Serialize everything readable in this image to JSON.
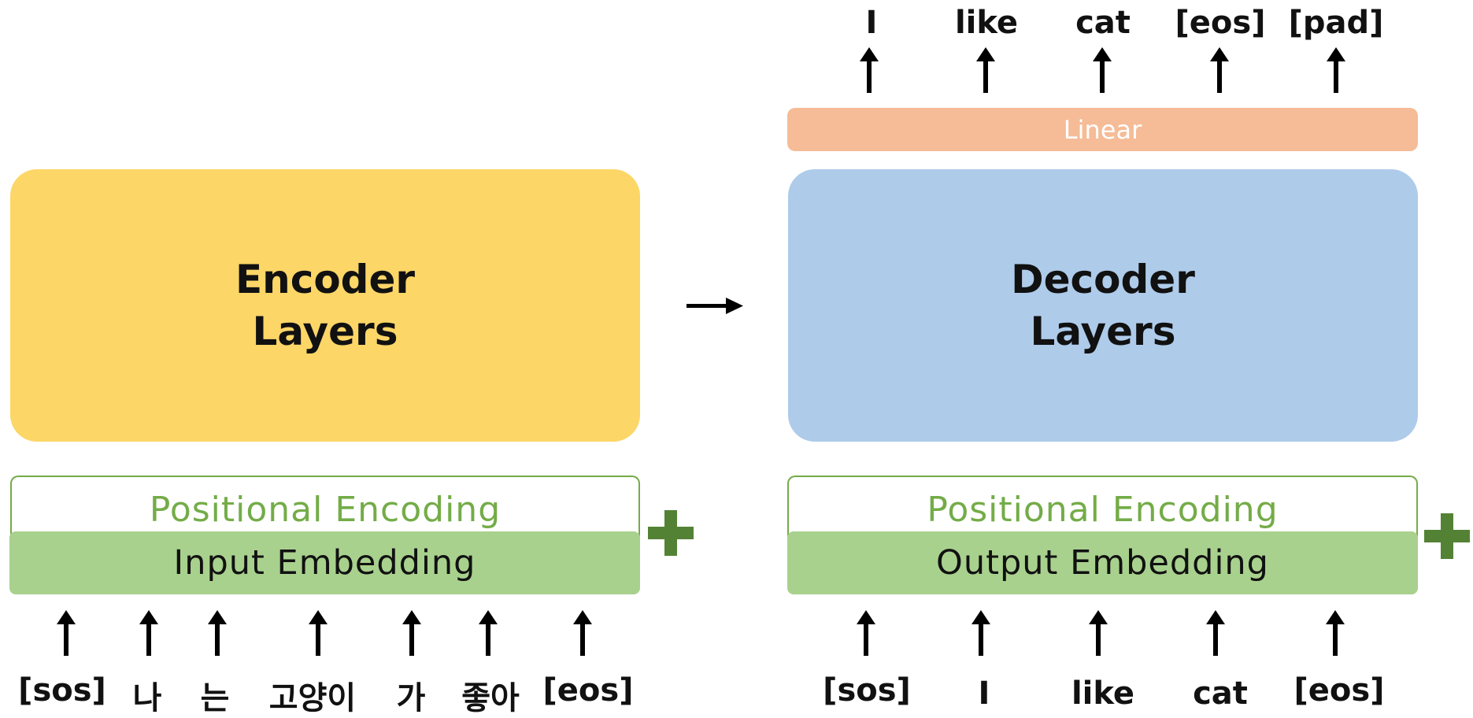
{
  "encoder": {
    "title_line1": "Encoder",
    "title_line2": "Layers",
    "positional_encoding": "Positional Encoding",
    "embedding": "Input Embedding",
    "input_tokens": [
      "[sos]",
      "나",
      "는",
      "고양이",
      "가",
      "좋아",
      "[eos]"
    ]
  },
  "decoder": {
    "title_line1": "Decoder",
    "title_line2": "Layers",
    "positional_encoding": "Positional Encoding",
    "embedding": "Output Embedding",
    "linear": "Linear",
    "input_tokens": [
      "[sos]",
      "I",
      "like",
      "cat",
      "[eos]"
    ],
    "output_tokens": [
      "I",
      "like",
      "cat",
      "[eos]",
      "[pad]"
    ]
  },
  "colors": {
    "encoder": "#fcd667",
    "decoder": "#aecbea",
    "linear": "#f5bc97",
    "embedding": "#a9d18e",
    "positional": "#74ac48",
    "plus": "#548235"
  }
}
